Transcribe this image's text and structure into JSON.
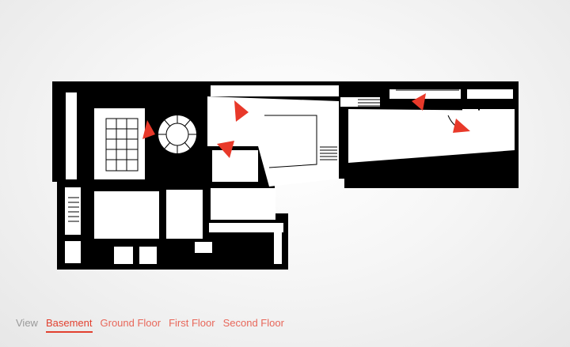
{
  "nav": {
    "view_label": "View",
    "floors": [
      {
        "label": "Basement",
        "active": true
      },
      {
        "label": "Ground Floor",
        "active": false
      },
      {
        "label": "First Floor",
        "active": false
      },
      {
        "label": "Second Floor",
        "active": false
      }
    ]
  },
  "colors": {
    "walls": "#000000",
    "rooms": "#ffffff",
    "arrows": "#e8392a",
    "accent": "#e2402f",
    "label": "#9a9a9a"
  },
  "icons": {
    "view_arrows": "red-triangle-arrow-icon",
    "stairs": "spiral-staircase-icon"
  }
}
